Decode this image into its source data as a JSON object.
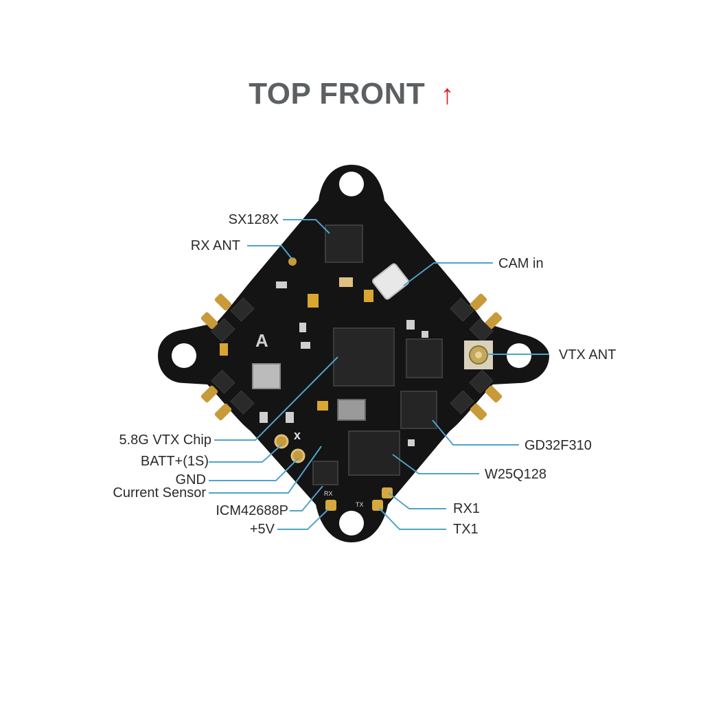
{
  "title": "TOP FRONT",
  "title_arrow": "↑",
  "colors": {
    "accent_arrow": "#d8201e",
    "leader_line": "#4fa3c9",
    "board": "#141414",
    "pad": "#c99a3a"
  },
  "callouts_left": [
    {
      "id": "sx128x",
      "text": "SX128X"
    },
    {
      "id": "rx-ant",
      "text": "RX ANT"
    },
    {
      "id": "vtx-chip",
      "text": "5.8G VTX Chip"
    },
    {
      "id": "batt",
      "text": "BATT+(1S)"
    },
    {
      "id": "gnd",
      "text": "GND"
    },
    {
      "id": "current-sensor",
      "text": "Current Sensor"
    },
    {
      "id": "icm",
      "text": "ICM42688P"
    },
    {
      "id": "5v",
      "text": "+5V"
    }
  ],
  "callouts_right": [
    {
      "id": "cam-in",
      "text": "CAM in"
    },
    {
      "id": "vtx-ant",
      "text": "VTX ANT"
    },
    {
      "id": "gd32",
      "text": "GD32F310"
    },
    {
      "id": "w25q",
      "text": "W25Q128"
    },
    {
      "id": "rx1",
      "text": "RX1"
    },
    {
      "id": "tx1",
      "text": "TX1"
    }
  ],
  "silkscreen": {
    "logo": "A",
    "mark": "x",
    "rx": "RX",
    "tx": "TX"
  }
}
